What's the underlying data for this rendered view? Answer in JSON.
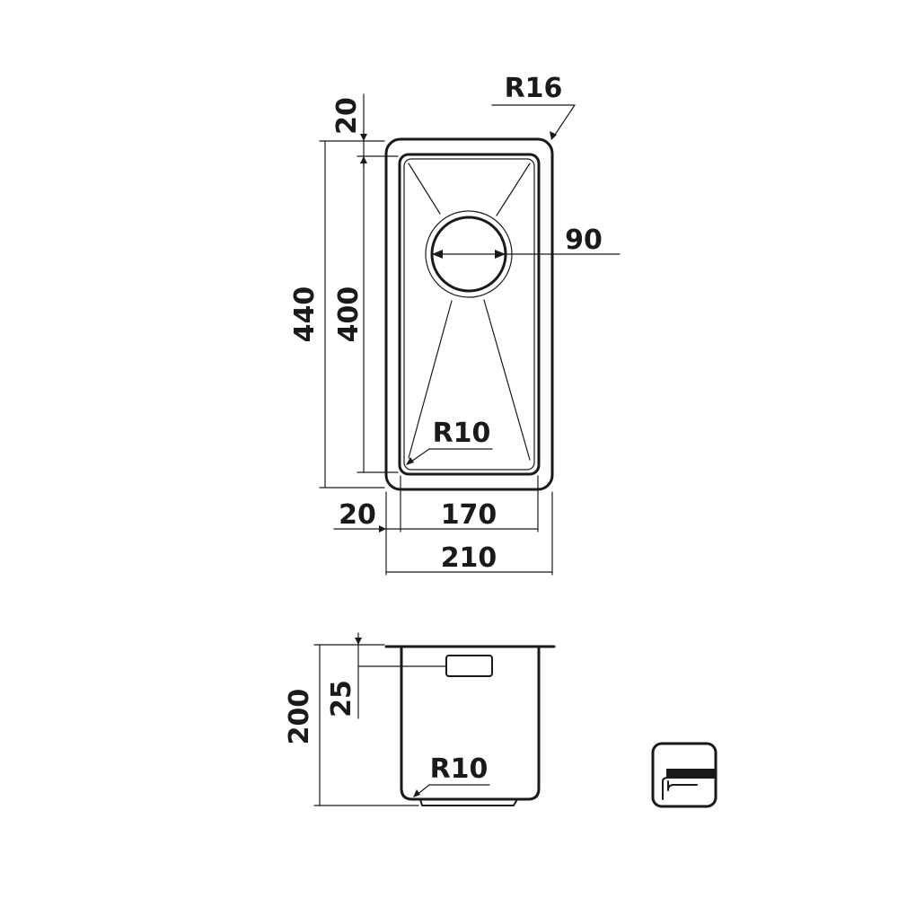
{
  "top_view": {
    "radius_outer": "R16",
    "drain_diameter": "90",
    "overall_length": "440",
    "inner_length": "400",
    "top_rim": "20",
    "radius_inner": "R10",
    "side_rim": "20",
    "inner_width": "170",
    "overall_width": "210"
  },
  "side_view": {
    "depth": "200",
    "overflow_offset": "25",
    "radius_bottom": "R10"
  },
  "install_icon": "undermount-icon"
}
